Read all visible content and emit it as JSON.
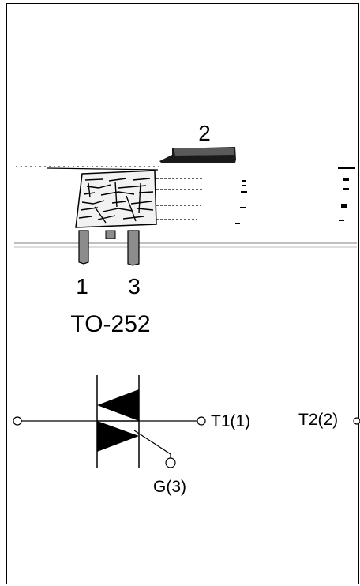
{
  "package": {
    "name": "TO-252",
    "pins": {
      "pin_left": "1",
      "pin_right": "3",
      "tab": "2"
    }
  },
  "symbol": {
    "terminal_t1": "T1(1)",
    "terminal_t2": "T2(2)",
    "gate": "G(3)"
  }
}
